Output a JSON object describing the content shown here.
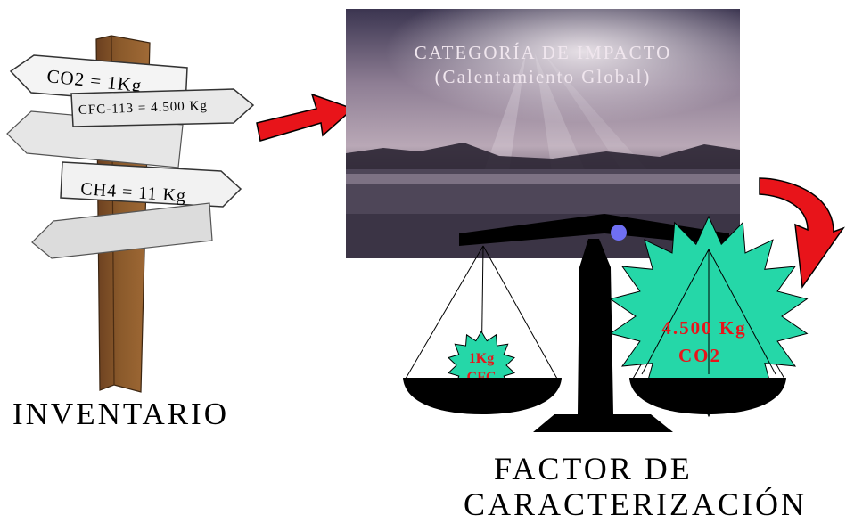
{
  "inventory": {
    "label": "INVENTARIO",
    "signs": {
      "co2": "CO2 = 1Kg",
      "cfc": "CFC-113 = 4.500 Kg",
      "ch4": "CH4 = 11 Kg"
    }
  },
  "impact_category": {
    "title_line1": "CATEGORÍA DE IMPACTO",
    "title_line2": "(Calentamiento Global)"
  },
  "scale": {
    "left_pan": {
      "line1": "1Kg",
      "line2": "CFC",
      "color": "#25d7a8"
    },
    "right_pan": {
      "line1": "4.500 Kg",
      "line2": "CO2",
      "color": "#25d7a8"
    }
  },
  "factor_label": {
    "line1": "FACTOR DE",
    "line2": "CARACTERIZACIÓN"
  },
  "colors": {
    "arrow": "#e8141a",
    "post": "#8b5a2b",
    "burst_text": "#e8141a",
    "knob": "#6f6ff2"
  }
}
